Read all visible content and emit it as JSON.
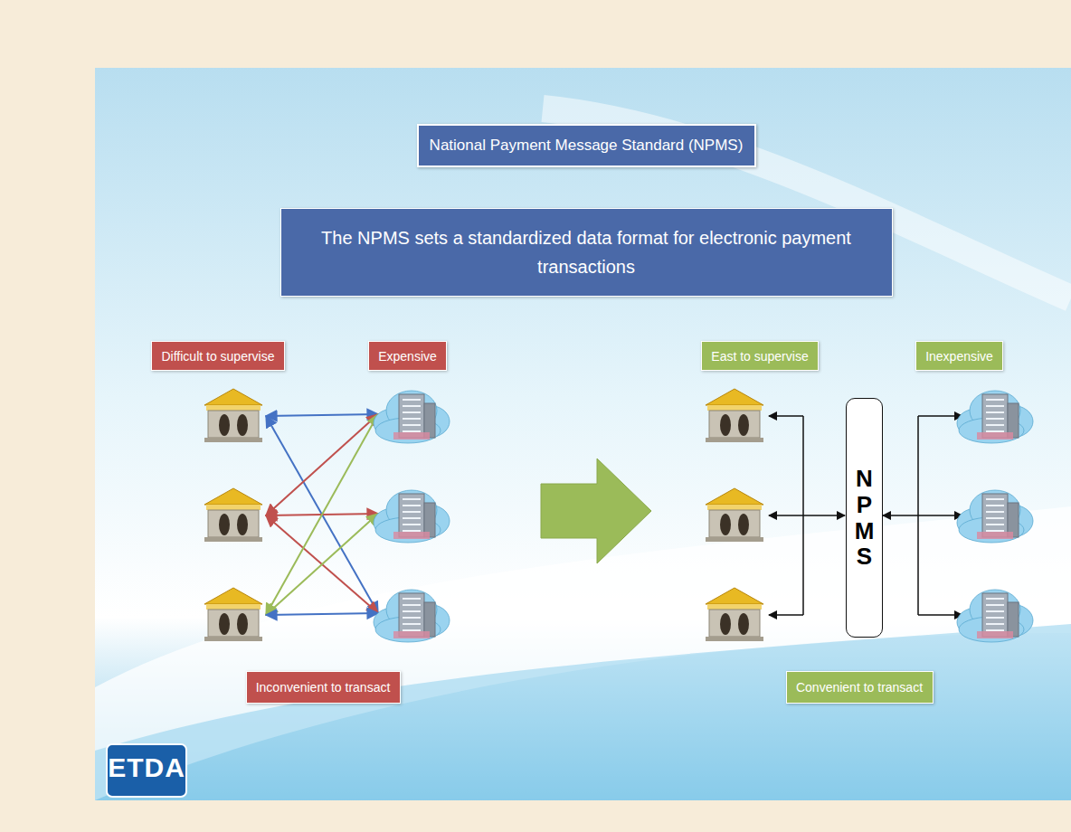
{
  "diagram": {
    "title": "National Payment Message Standard (NPMS)",
    "nodes": [
      {
        "text": [
          "The NPMS sets a standardized data format for electronic payment transactions"
        ]
      },
      {
        "text": [
          "Difficult to supervise"
        ]
      },
      {
        "text": [
          "Expensive"
        ]
      },
      {
        "text": [
          "Inconvenient to transact"
        ]
      },
      {
        "text": [
          "East to supervise"
        ]
      },
      {
        "text": [
          "Inexpensive"
        ]
      },
      {
        "text": [
          "NPMS"
        ]
      },
      {
        "text": [
          "Convenient to transact"
        ]
      }
    ],
    "labels": [
      "ETDA"
    ]
  }
}
